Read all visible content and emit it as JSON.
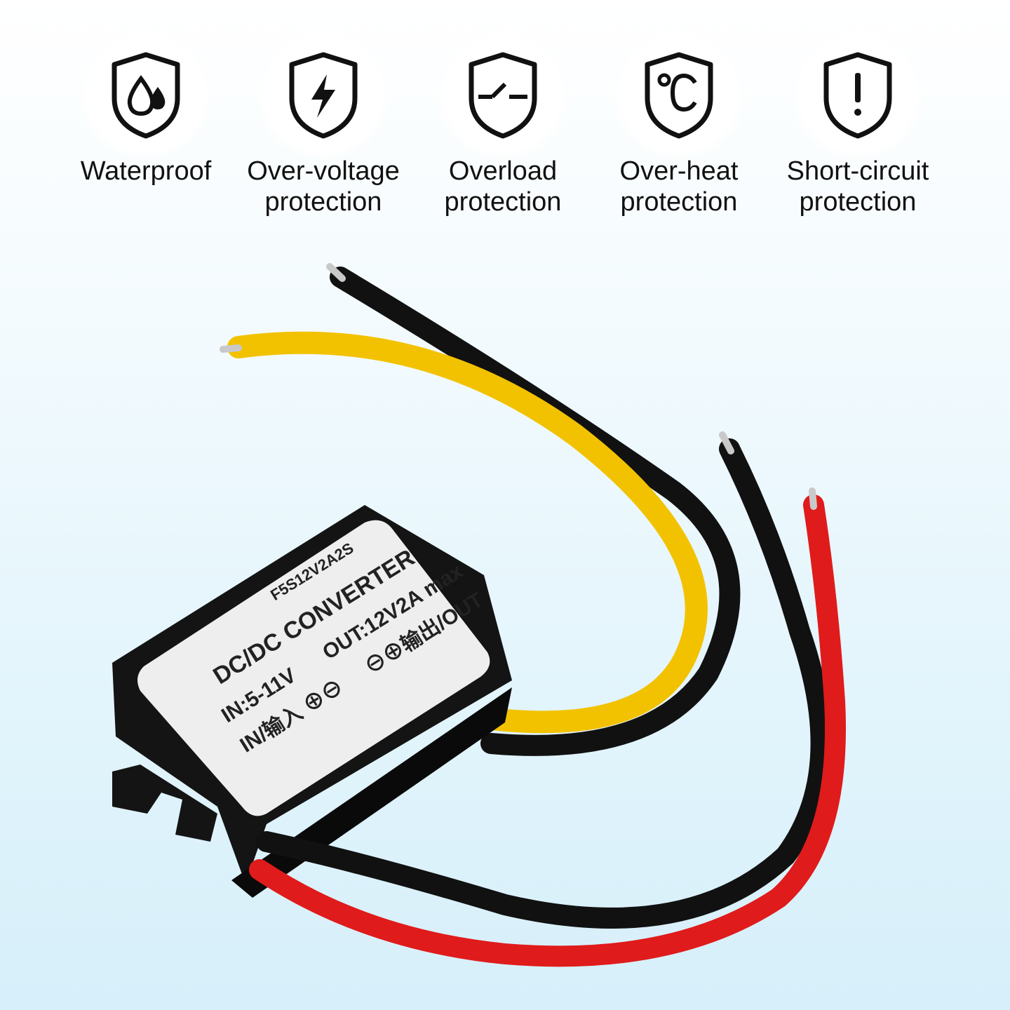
{
  "features": [
    {
      "icon": "water-drop-shield-icon",
      "label": "Waterproof"
    },
    {
      "icon": "lightning-shield-icon",
      "label": "Over-voltage\nprotection"
    },
    {
      "icon": "switch-shield-icon",
      "label": "Overload\nprotection"
    },
    {
      "icon": "celsius-shield-icon",
      "label": "Over-heat\nprotection"
    },
    {
      "icon": "exclamation-shield-icon",
      "label": "Short-circuit\nprotection"
    }
  ],
  "device_label": {
    "model": "F5S12V2A2S",
    "title": "DC/DC CONVERTER",
    "input_spec": "IN:5-11V",
    "output_spec": "OUT:12V2A max",
    "input_pins": "IN/输入 ⊕⊖",
    "output_pins": "⊖⊕输出/OUT"
  },
  "colors": {
    "wire_red": "#e01b1b",
    "wire_black": "#111111",
    "wire_yellow": "#f2c200",
    "housing": "#141414",
    "label_bg": "#eeeeee"
  }
}
